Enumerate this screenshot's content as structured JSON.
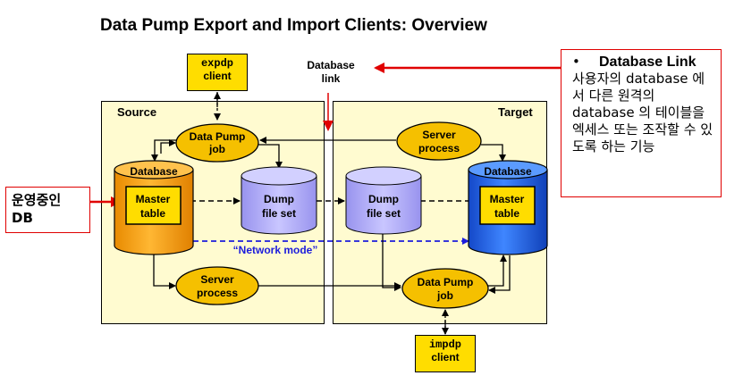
{
  "title": "Data Pump Export and Import Clients: Overview",
  "source_label": "Source",
  "target_label": "Target",
  "expdp": {
    "line1": "expdp",
    "line2": "client"
  },
  "impdp": {
    "line1": "impdp",
    "line2": "client"
  },
  "database_link_label": [
    "Database",
    "link"
  ],
  "source": {
    "job": [
      "Data Pump",
      "job"
    ],
    "database": "Database",
    "master": [
      "Master",
      "table"
    ],
    "dump": [
      "Dump",
      "file set"
    ],
    "server": [
      "Server",
      "process"
    ]
  },
  "target": {
    "server": [
      "Server",
      "process"
    ],
    "dump": [
      "Dump",
      "file set"
    ],
    "database": "Database",
    "master": [
      "Master",
      "table"
    ],
    "job": [
      "Data Pump",
      "job"
    ]
  },
  "network_mode": "“Network mode”",
  "note": {
    "bullet": "•",
    "heading": "Database Link",
    "body": "사용자의 database 에서 다른 원격의 database 의 테이블을 엑세스 또는 조작할 수 있도록 하는 기능"
  },
  "running_db": [
    "운영중인",
    "DB"
  ],
  "colors": {
    "panel": "#fffbd0",
    "client": "#ffdd00",
    "ellipse": "#f5c000",
    "db_orange": "#f39a00",
    "db_blue": "#1f5fe0",
    "dump": "#a9a6f5",
    "network": "#1c1cdc",
    "annotation": "#e00000"
  }
}
